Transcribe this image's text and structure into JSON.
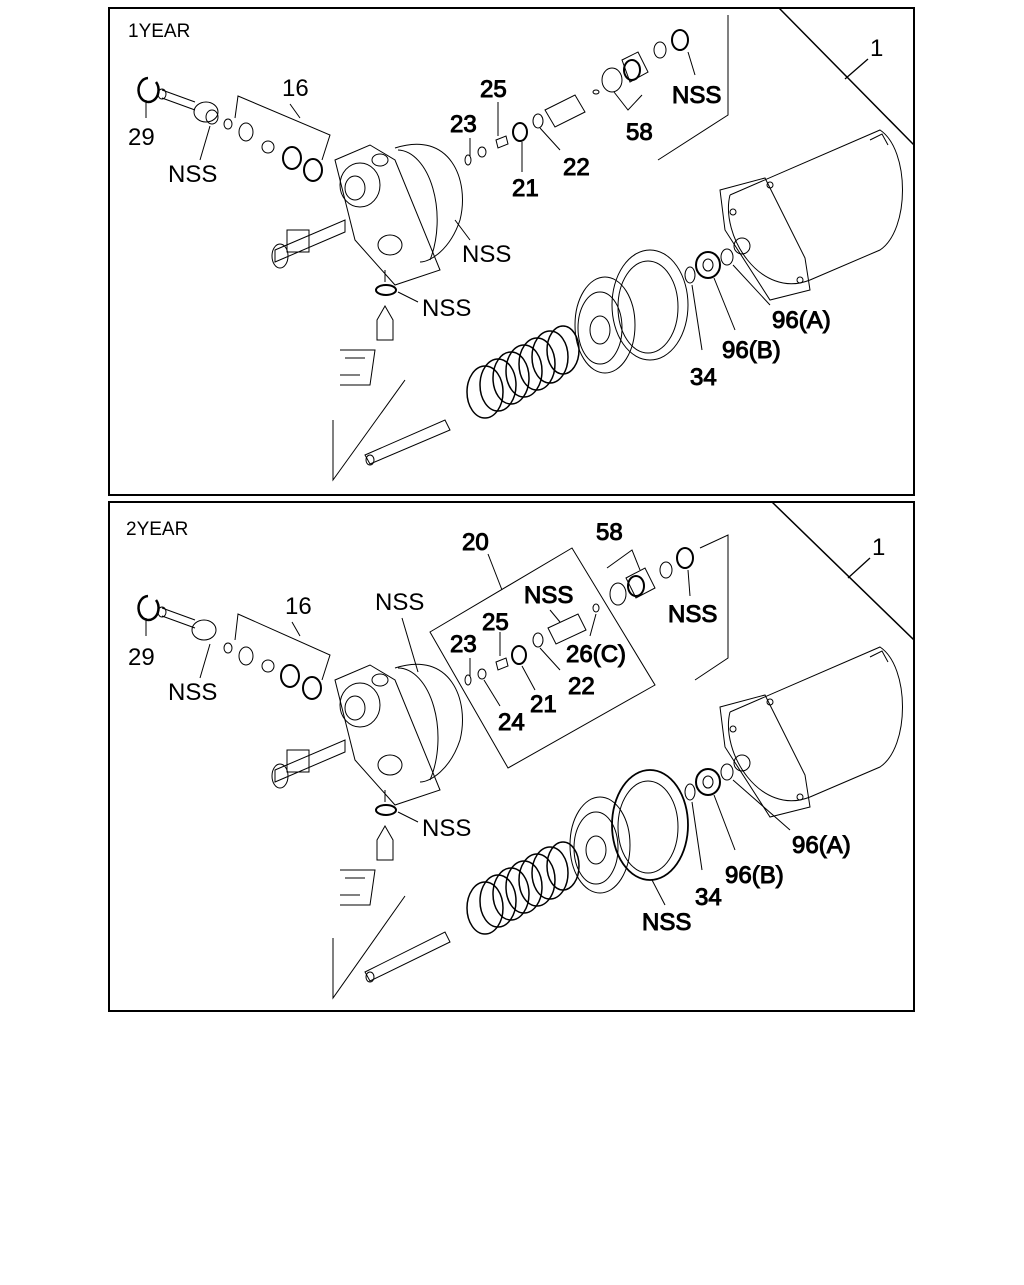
{
  "panels": [
    {
      "year": "1YEAR",
      "labels": {
        "p1": "1",
        "p16": "16",
        "p25": "25",
        "p23": "23",
        "p29": "29",
        "p58": "58",
        "p21": "21",
        "p22": "22",
        "p34": "34",
        "p96b": "96(B)",
        "p96a": "96(A)",
        "nss_top": "NSS",
        "nss_left": "NSS",
        "nss_housing": "NSS",
        "nss_fitting": "NSS"
      }
    },
    {
      "year": "2YEAR",
      "labels": {
        "p1": "1",
        "p16": "16",
        "p20": "20",
        "p25": "25",
        "p23": "23",
        "p24": "24",
        "p26c": "26(C)",
        "p29": "29",
        "p58": "58",
        "p21": "21",
        "p22": "22",
        "p34": "34",
        "p96b": "96(B)",
        "p96a": "96(A)",
        "nss_valve": "NSS",
        "nss_housing": "NSS",
        "nss_top": "NSS",
        "nss_left": "NSS",
        "nss_fitting": "NSS",
        "nss_seal": "NSS"
      }
    }
  ]
}
